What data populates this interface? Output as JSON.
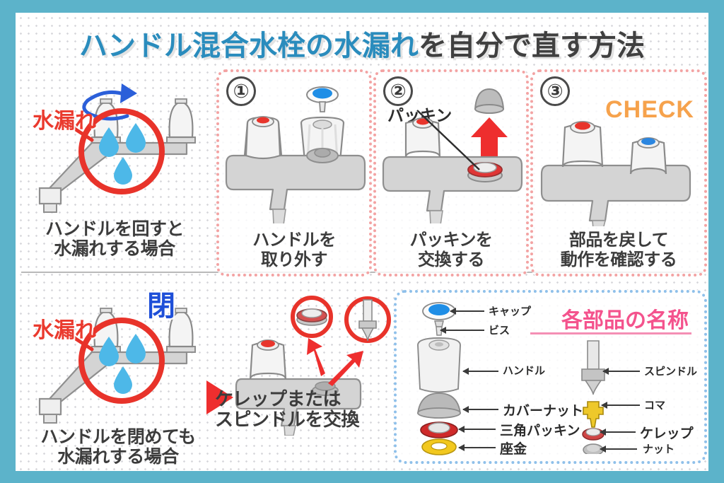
{
  "title": {
    "highlight": "ハンドル混合水栓の水漏れ",
    "rest": "を自分で直す方法",
    "highlight_color": "#2a8cbd",
    "rest_color": "#404040"
  },
  "theme": {
    "frame_color": "#5cb3ca",
    "background": "#ffffff",
    "dot_color": "#d8d8dc",
    "red": "#ea3a2e",
    "blue": "#2b5fd9",
    "water_blue": "#4db8e8",
    "orange": "#f6a24c",
    "pink": "#f4538d",
    "step_border": "#f3a3a3",
    "legend_border": "#8fc0ea"
  },
  "top_left": {
    "leak_label": "水漏れ",
    "caption_line1": "ハンドルを回すと",
    "caption_line2": "水漏れする場合"
  },
  "steps": [
    {
      "number": "①",
      "caption_line1": "ハンドルを",
      "caption_line2": "取り外す",
      "annotation": ""
    },
    {
      "number": "②",
      "caption_line1": "パッキンを",
      "caption_line2": "交換する",
      "annotation": "パッキン"
    },
    {
      "number": "③",
      "caption_line1": "部品を戻して",
      "caption_line2": "動作を確認する",
      "annotation": "CHECK"
    }
  ],
  "bottom_left": {
    "closed_label": "閉",
    "leak_label": "水漏れ",
    "caption_line1": "ハンドルを閉めても",
    "caption_line2": "水漏れする場合"
  },
  "bottom_middle": {
    "caption_line1": "ケレップまたは",
    "caption_line2": "スピンドルを交換"
  },
  "legend": {
    "title": "各部品の名称",
    "left_items": [
      {
        "label": "キャップ",
        "size": "small"
      },
      {
        "label": "ビス",
        "size": "small"
      },
      {
        "label": "ハンドル",
        "size": "small"
      },
      {
        "label": "カバーナット",
        "size": "big"
      },
      {
        "label": "三角パッキン",
        "size": "big"
      },
      {
        "label": "座金",
        "size": "big"
      }
    ],
    "right_items": [
      {
        "label": "スピンドル",
        "size": "small"
      },
      {
        "label": "コマ",
        "size": "small"
      },
      {
        "label": "ケレップ",
        "size": "big"
      },
      {
        "label": "ナット",
        "size": "small"
      }
    ]
  }
}
